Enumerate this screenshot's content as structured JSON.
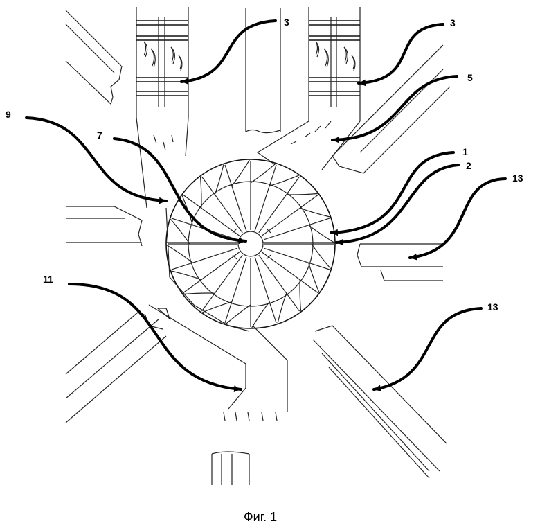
{
  "figure": {
    "caption": "Фиг. 1",
    "callouts": [
      {
        "id": "callout-3-left",
        "label": "3"
      },
      {
        "id": "callout-3-right",
        "label": "3"
      },
      {
        "id": "callout-5",
        "label": "5"
      },
      {
        "id": "callout-9",
        "label": "9"
      },
      {
        "id": "callout-7",
        "label": "7"
      },
      {
        "id": "callout-1",
        "label": "1"
      },
      {
        "id": "callout-2",
        "label": "2"
      },
      {
        "id": "callout-13-top",
        "label": "13"
      },
      {
        "id": "callout-11",
        "label": "11"
      },
      {
        "id": "callout-13-bottom",
        "label": "13"
      }
    ]
  },
  "colors": {
    "ink": "#000000",
    "line": "#222222",
    "background": "#ffffff"
  }
}
